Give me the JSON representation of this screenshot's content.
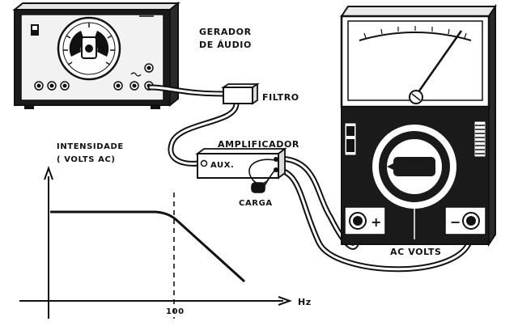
{
  "labels": {
    "generator_line1": "GERADOR",
    "generator_line2": "DE ÁUDIO",
    "filter": "FILTRO",
    "amplifier": "AMPLIFICADOR",
    "aux_input": "AUX.",
    "load": "CARGA",
    "meter_scale": "AC VOLTS",
    "plus": "+",
    "minus": "−"
  },
  "chart_data": {
    "type": "line",
    "ylabel_line1": "INTENSIDADE",
    "ylabel_line2": "( VOLTS AC)",
    "xlabel": "Hz",
    "marked_tick": "100",
    "curve": "flat response up to 100 Hz, then falling"
  },
  "colors": {
    "ink": "#111111",
    "paper": "#ffffff",
    "panel": "#1a1a1a"
  }
}
